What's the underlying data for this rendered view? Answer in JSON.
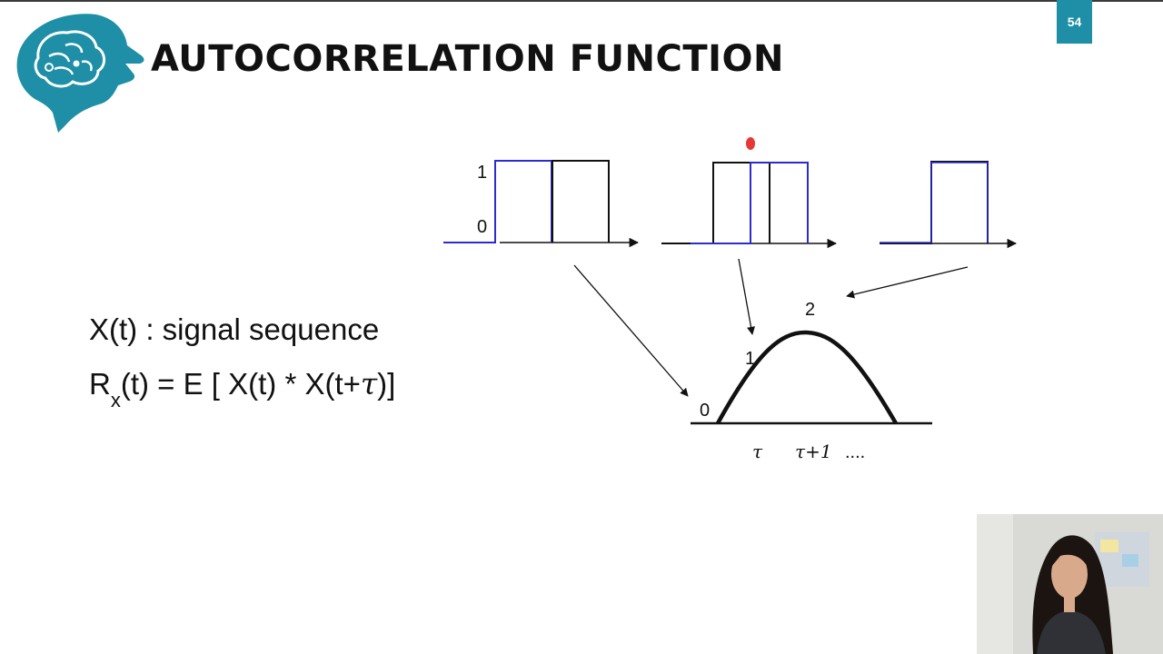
{
  "slide": {
    "title": "AUTOCORRELATION FUNCTION",
    "page_number": "54"
  },
  "formulas": {
    "line1": "X(t) : signal sequence",
    "line2_prefix": "R",
    "line2_sub": "x",
    "line2_mid": "(t) = E [ X(t) * X(t+",
    "line2_tau": "τ",
    "line2_end": ")]"
  },
  "diagram": {
    "pulse1": {
      "high_label": "1",
      "low_label": "0"
    },
    "autocorr": {
      "origin_label": "0",
      "mid_label": "1",
      "peak_label": "2",
      "x_tick_1": "τ",
      "x_tick_2": "τ+1",
      "x_tick_3": "...."
    }
  },
  "colors": {
    "accent": "#1e8fa6",
    "shifted_signal": "#2b2bd0",
    "original_signal": "#111111",
    "annotation_mark": "#e53935"
  }
}
